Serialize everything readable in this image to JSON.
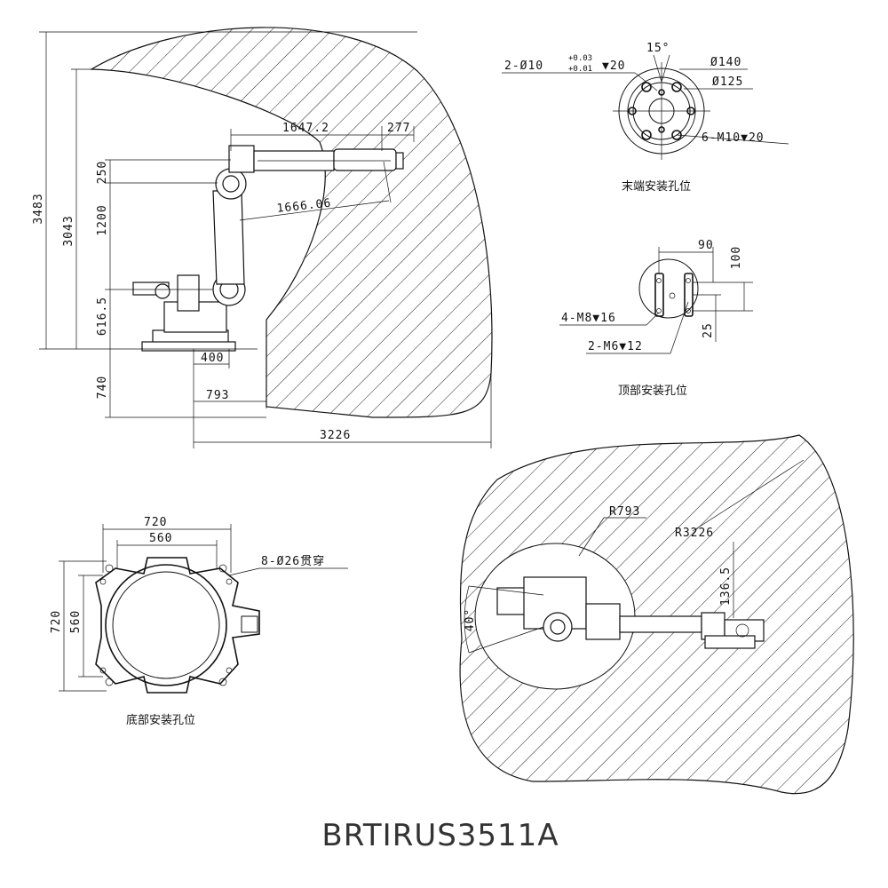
{
  "model": "BRTIRUS3511A",
  "side_view": {
    "dims": {
      "h_total": "3483",
      "h_reach": "3043",
      "d_250": "250",
      "d_1200": "1200",
      "d_6165": "616.5",
      "d_740": "740",
      "d_400": "400",
      "d_793": "793",
      "d_3226": "3226",
      "d_16472": "1647.2",
      "d_277": "277",
      "d_166606": "1666.06"
    }
  },
  "end_mount": {
    "caption": "末端安装孔位",
    "pin_label": "2-Ø10",
    "tol_upper": "+0.03",
    "tol_lower": "+0.01",
    "pin_depth": "▼20",
    "angle": "15°",
    "d140": "Ø140",
    "d125": "Ø125",
    "thread": "6-M10▼20"
  },
  "top_mount": {
    "caption": "顶部安装孔位",
    "d90": "90",
    "d100": "100",
    "d25": "25",
    "m8": "4-M8▼16",
    "m6": "2-M6▼12"
  },
  "base_mount": {
    "caption": "底部安装孔位",
    "w720": "720",
    "w560": "560",
    "h720": "720",
    "h560": "560",
    "holes": "8-Ø26贯穿"
  },
  "top_view": {
    "r793": "R793",
    "r3226": "R3226",
    "d1365": "136.5",
    "angle": "40°"
  }
}
